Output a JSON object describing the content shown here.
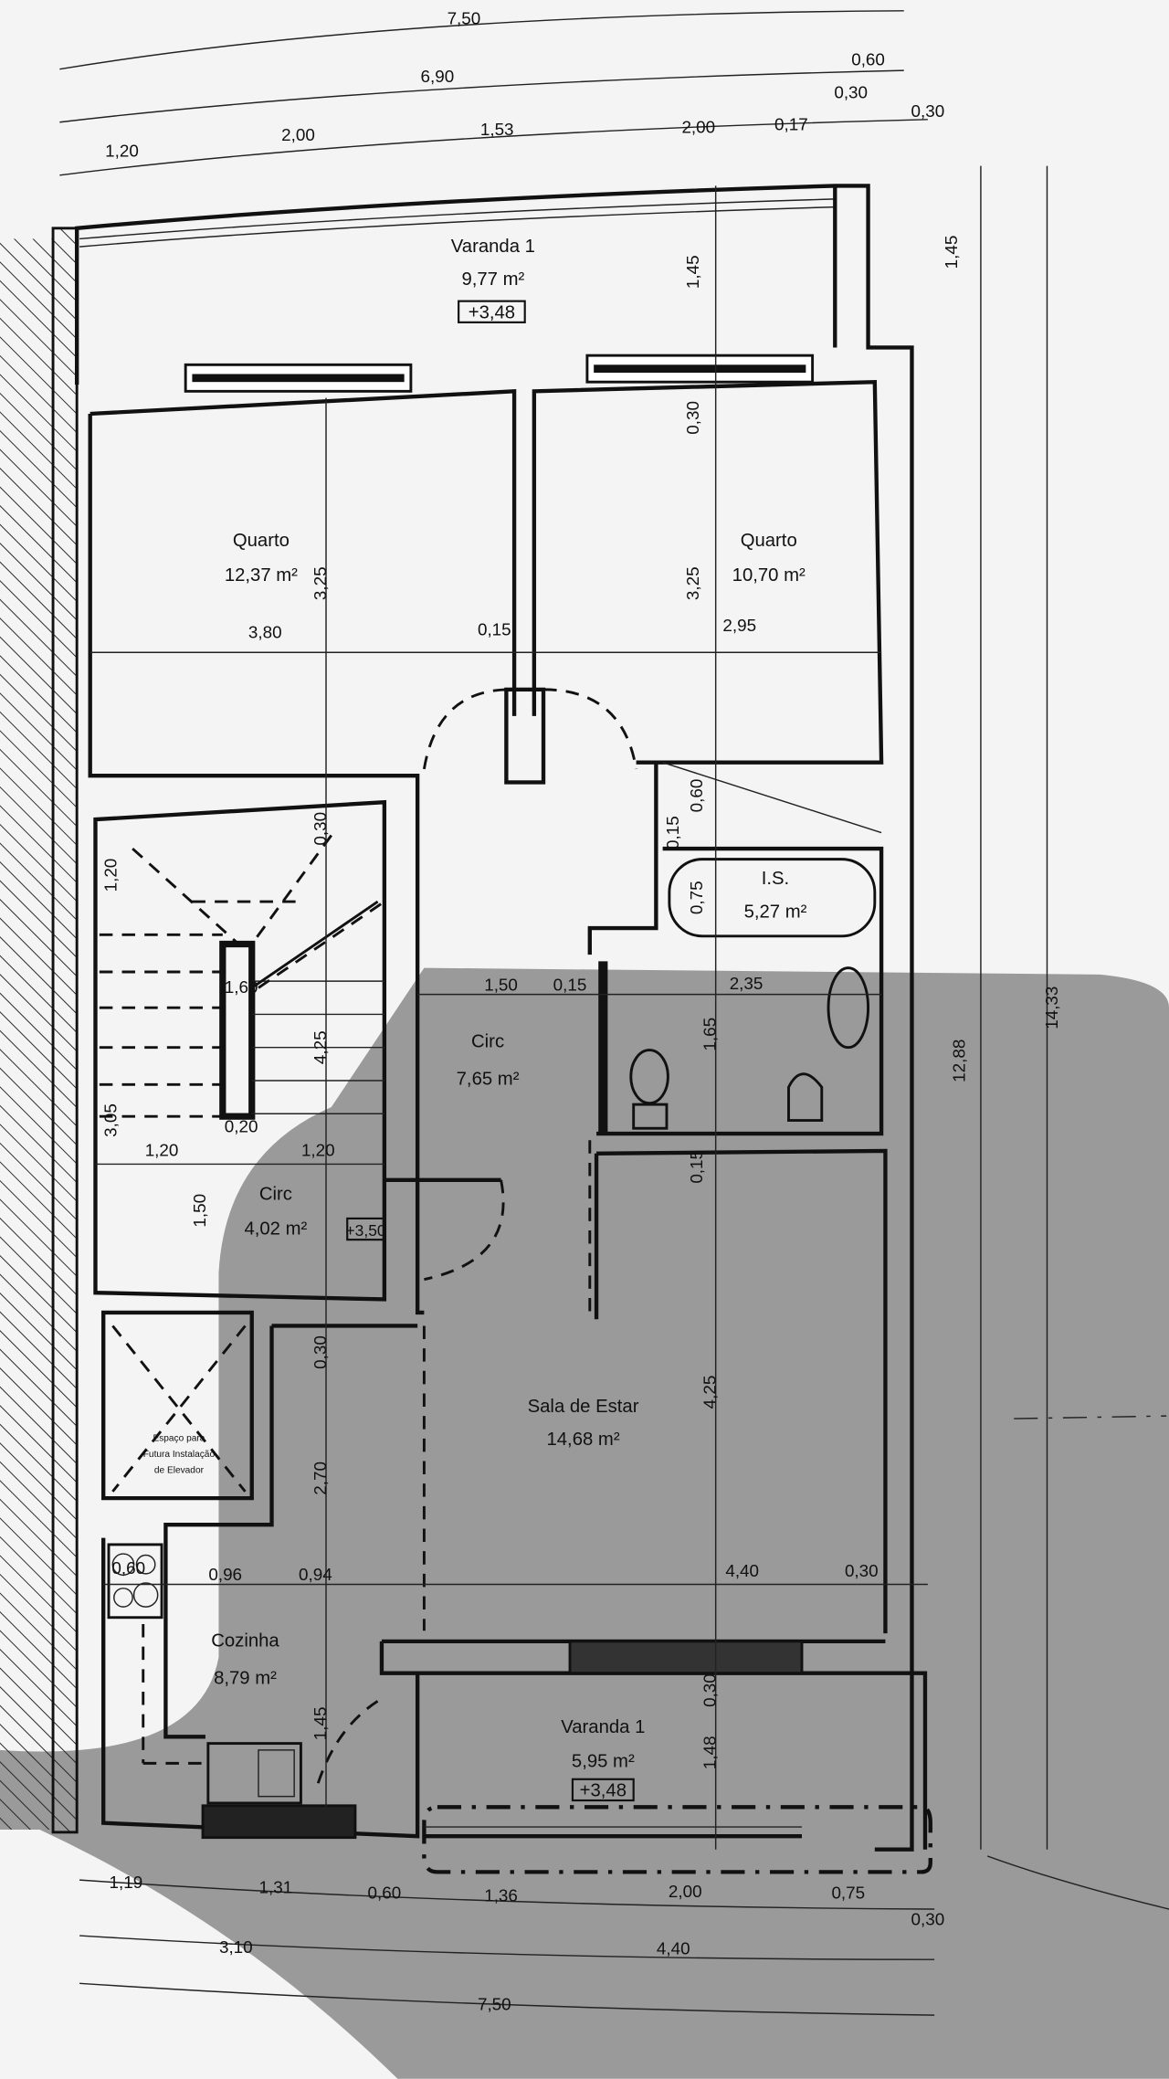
{
  "colors": {
    "paper": "#f4f4f4",
    "shadow": "#9a9a9a",
    "ink": "#111111"
  },
  "rooms": [
    {
      "name": "Varanda 1",
      "area": "9,77 m²",
      "level": "+3,48"
    },
    {
      "name": "Quarto",
      "area": "12,37 m²"
    },
    {
      "name": "Quarto",
      "area": "10,70 m²"
    },
    {
      "name": "I.S.",
      "area": "5,27 m²"
    },
    {
      "name": "Circ",
      "area": "7,65 m²"
    },
    {
      "name": "Circ",
      "area": "4,02 m²",
      "level": "+3,50"
    },
    {
      "name": "Sala de Estar",
      "area": "14,68 m²"
    },
    {
      "name": "Cozinha",
      "area": "8,79 m²"
    },
    {
      "name": "Varanda 1",
      "area": "5,95 m²",
      "level": "+3,48"
    }
  ],
  "elevator_note": [
    "Espaço para",
    "Futura Instalação",
    "de Elevador"
  ],
  "dimensions": [
    "7,50",
    "6,90",
    "0,60",
    "0,30",
    "0,30",
    "1,20",
    "2,00",
    "1,53",
    "2,00",
    "0,17",
    "1,45",
    "1,45",
    "0,30",
    "3,25",
    "3,25",
    "3,80",
    "0,15",
    "2,95",
    "0,60",
    "0,15",
    "0,75",
    "0,30",
    "1,20",
    "1,50",
    "0,15",
    "2,35",
    "1,65",
    "4,25",
    "1,60",
    "3,05",
    "0,20",
    "1,20",
    "1,20",
    "1,50",
    "0,15",
    "12,88",
    "14,33",
    "0,30",
    "4,25",
    "2,70",
    "0,96",
    "0,94",
    "4,40",
    "0,30",
    "0,60",
    "1,45",
    "0,30",
    "1,48",
    "1,19",
    "1,31",
    "0,60",
    "1,36",
    "2,00",
    "0,75",
    "0,30",
    "3,10",
    "4,40",
    "7,50"
  ]
}
